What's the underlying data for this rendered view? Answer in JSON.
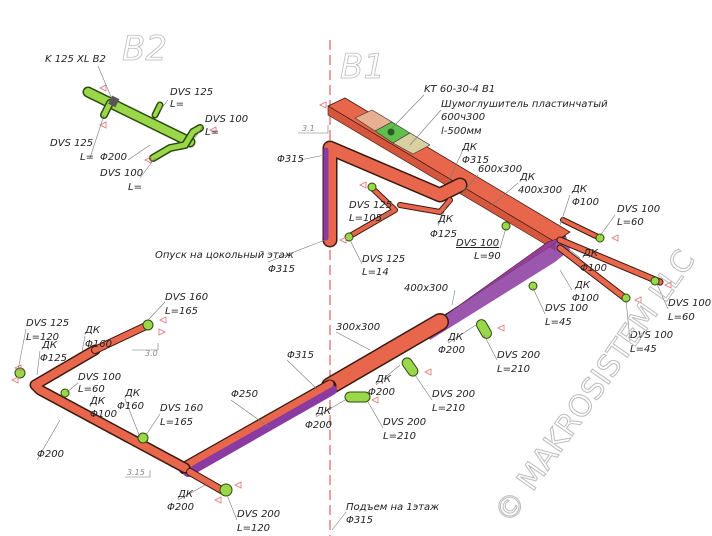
{
  "systems": {
    "b2": "B2",
    "b1": "B1"
  },
  "watermark": "© MAKROSISTEM LLC",
  "colors": {
    "duct": "#e8674c",
    "duct_shadow": "#8a3aa0",
    "diffuser": "#9ad84a",
    "silencer": "#5fbf4a",
    "axis": "#d04040"
  },
  "b2_labels": [
    "K 125 XL B2",
    "DVS 125",
    "L=",
    "DVS 100",
    "L=",
    "DVS 125",
    "L=",
    "Φ200",
    "DVS 100",
    "L="
  ],
  "b1_labels": [
    "KT 60-30-4 B1",
    "Шумоглушитель пластинчатый",
    "600ч300",
    "l-500мм",
    "ДК",
    "Φ315",
    "600x300",
    "ДК",
    "400x300",
    "ДК",
    "Φ100",
    "DVS 100",
    "L=60",
    "Φ315",
    "DVS 125",
    "L=105",
    "ДК",
    "Φ125",
    "DVS 100",
    "L=90",
    "DVS 125",
    "L=14",
    "Опуск на цокольный этаж",
    "Φ315",
    "ДК",
    "Φ100",
    "ДК",
    "Φ100",
    "400x300",
    "DVS 100",
    "L=45",
    "DVS 100",
    "L=45",
    "DVS 100",
    "L=60"
  ],
  "main_labels": [
    "300x300",
    "ДК",
    "Φ200",
    "DVS 200",
    "L=210",
    "Φ315",
    "ДК",
    "Φ200",
    "DVS 200",
    "L=210",
    "ДК",
    "Φ200",
    "DVS 200",
    "L=210",
    "Φ250",
    "DVS 160",
    "L=165",
    "DVS 125",
    "L=120",
    "ДК",
    "Φ160",
    "ДК",
    "Φ125",
    "DVS 100",
    "L=60",
    "ДК",
    "Φ100",
    "ДК",
    "Φ160",
    "DVS 160",
    "L=165",
    "Φ200",
    "ДК",
    "Φ200",
    "DVS 200",
    "L=120",
    "Подъем на 1этаж",
    "Φ315"
  ],
  "levels": [
    "3.1",
    "3.0",
    "3.15"
  ]
}
